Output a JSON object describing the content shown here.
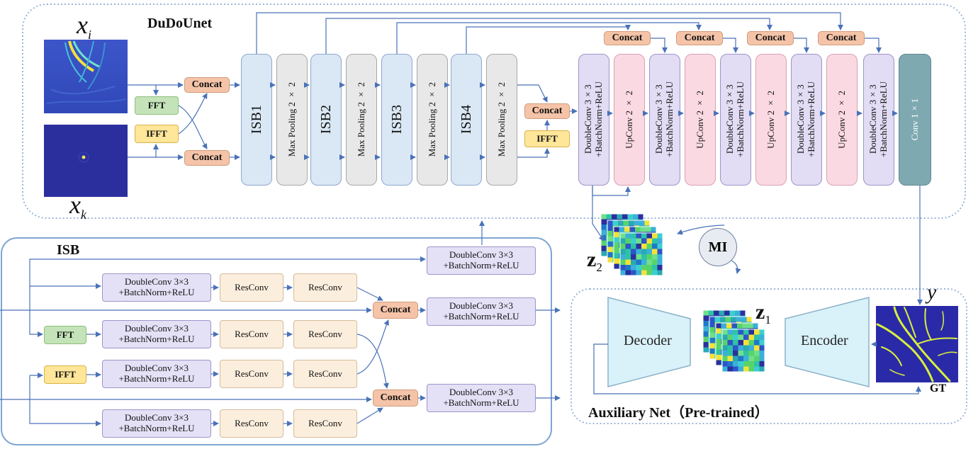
{
  "titles": {
    "dudounet": "DuDoUnet",
    "isb_panel": "ISB",
    "auxiliary": "Auxiliary Net（Pre-trained）"
  },
  "math": {
    "x": "x",
    "i": "i",
    "k": "k",
    "z": "z",
    "two": "2",
    "one": "1",
    "y": "y"
  },
  "labels": {
    "concat": "Concat",
    "fft": "FFT",
    "ifft": "IFFT",
    "isb1": "ISB1",
    "isb2": "ISB2",
    "isb3": "ISB3",
    "isb4": "ISB4",
    "maxpool": "Max Pooling 2 × 2",
    "doubleconv_line1": "DoubleConv 3×3",
    "doubleconv_line2": "+BatchNorm+ReLU",
    "upconv": "UpConv 2 × 2",
    "conv1x1": "Conv 1×1",
    "resconv": "ResConv",
    "mi": "MI",
    "decoder": "Decoder",
    "encoder": "Encoder",
    "gt": "GT"
  },
  "colors": {
    "arrow": "#4a72b8",
    "panel_border": "#9db5d8",
    "isb_panel_border": "#7fa6d4",
    "field_bg": "#2b2f9e",
    "vessel": "#d9ef3c"
  }
}
